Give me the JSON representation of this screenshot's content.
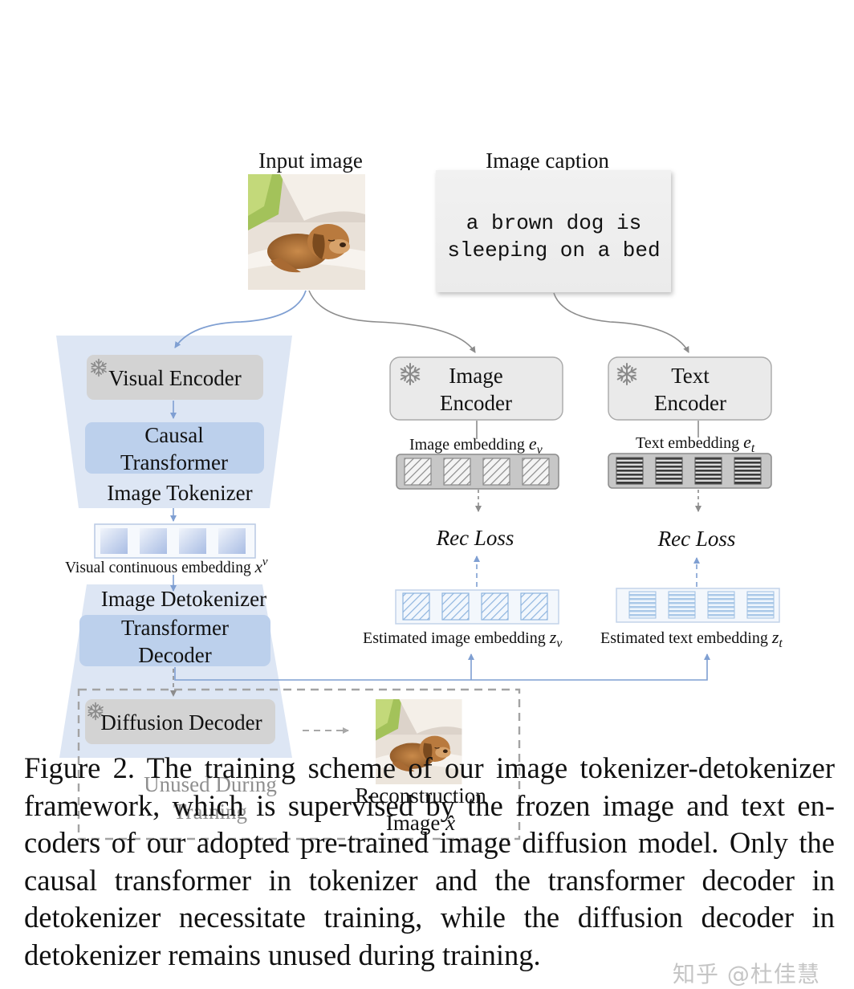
{
  "diagram": {
    "input_image_label": "Input image",
    "image_caption_label": "Image caption",
    "caption_text_line1": "a brown dog is",
    "caption_text_line2": "sleeping on a bed",
    "visual_encoder": "Visual Encoder",
    "causal_transformer_line1": "Causal",
    "causal_transformer_line2": "Transformer",
    "image_tokenizer": "Image Tokenizer",
    "visual_embedding_label": "Visual continuous embedding",
    "visual_embedding_symbol": "x",
    "visual_embedding_sup": "v",
    "image_detokenizer": "Image Detokenizer",
    "transformer_decoder_line1": "Transformer",
    "transformer_decoder_line2": "Decoder",
    "diffusion_decoder": "Diffusion Decoder",
    "unused_line1": "Unused During",
    "unused_line2": "Training",
    "reconstruction_line1": "Reconstruction",
    "reconstruction_line2": "Image",
    "reconstruction_symbol": "x̂",
    "image_encoder_line1": "Image",
    "image_encoder_line2": "Encoder",
    "text_encoder_line1": "Text",
    "text_encoder_line2": "Encoder",
    "image_embedding_label": "Image embedding",
    "image_embedding_symbol": "e",
    "image_embedding_sub": "v",
    "text_embedding_label": "Text embedding",
    "text_embedding_symbol": "e",
    "text_embedding_sub": "t",
    "rec_loss_image": "Rec Loss",
    "rec_loss_text": "Rec Loss",
    "est_image_label": "Estimated image embedding",
    "est_image_symbol": "z",
    "est_image_sub": "v",
    "est_text_label": "Estimated text embedding",
    "est_text_symbol": "z",
    "est_text_sub": "t",
    "snowflake_glyph": "❄"
  },
  "figure_caption": "Figure 2. The training scheme of our image tokenizer-detokenizer framework, which is supervised by the frozen image and text en­coders of our adopted pre-trained image diffusion model. Only the causal transformer in tokenizer and the transformer decoder in detokenizer necessitate training, while the diffusion decoder in detokenizer remains unused during training.",
  "watermark": "知乎 @杜佳慧",
  "icons": [
    "snowflake-icon",
    "dog-photo",
    "arrow"
  ],
  "colors": {
    "trapezoid_fill": "#dde6f4",
    "light_block": "#bcd0ec",
    "gray_block": "#d5d5d5",
    "arrow_blue": "#7f9fd2",
    "arrow_gray": "#8c8c8c",
    "dashed_gray": "#9a9a9a",
    "unused_text": "#8f8f8f"
  }
}
